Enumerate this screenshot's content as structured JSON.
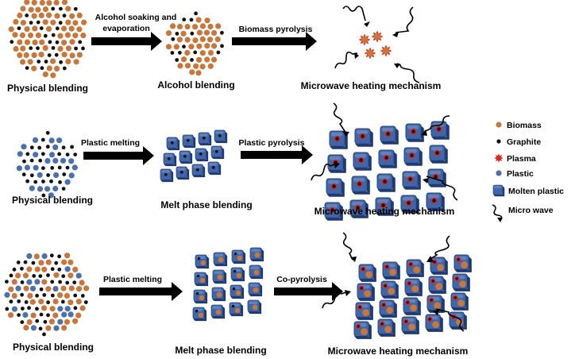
{
  "rows": [
    {
      "stage_labels": [
        "Physical blending",
        "Alcohol blending",
        "Microwave heating mechanism"
      ],
      "arrow_labels": [
        [
          "Alcohol soaking and",
          "evaporation"
        ],
        [
          "Biomass pyrolysis"
        ]
      ]
    },
    {
      "stage_labels": [
        "Physical blending",
        "Melt phase blending",
        "Microwave heating mechanism"
      ],
      "arrow_labels": [
        [
          "Plastic melting"
        ],
        [
          "Plastic pyrolysis"
        ]
      ]
    },
    {
      "stage_labels": [
        "Physical blending",
        "Melt phase blending",
        "Microwave heating mechanism"
      ],
      "arrow_labels": [
        [
          "Plastic melting"
        ],
        [
          "Co-pyrolysis"
        ]
      ]
    }
  ],
  "legend": [
    {
      "symbol": "biomass-dot",
      "label": "Biomass"
    },
    {
      "symbol": "graphite-dot",
      "label": "Graphite"
    },
    {
      "symbol": "plasma-star",
      "label": "Plasma"
    },
    {
      "symbol": "plastic-dot",
      "label": "Plastic"
    },
    {
      "symbol": "molten-plastic-cube",
      "label": "Molten plastic"
    },
    {
      "symbol": "microwave-squiggle",
      "label": "Micro wave"
    }
  ],
  "colors": {
    "biomass": "#c8763a",
    "graphite": "#111111",
    "plasma": "#e0251b",
    "plastic": "#4a70ad",
    "molten_plastic": "#3f66a8",
    "molten_plastic_dark": "#1f3a72",
    "arrow": "#000000"
  }
}
